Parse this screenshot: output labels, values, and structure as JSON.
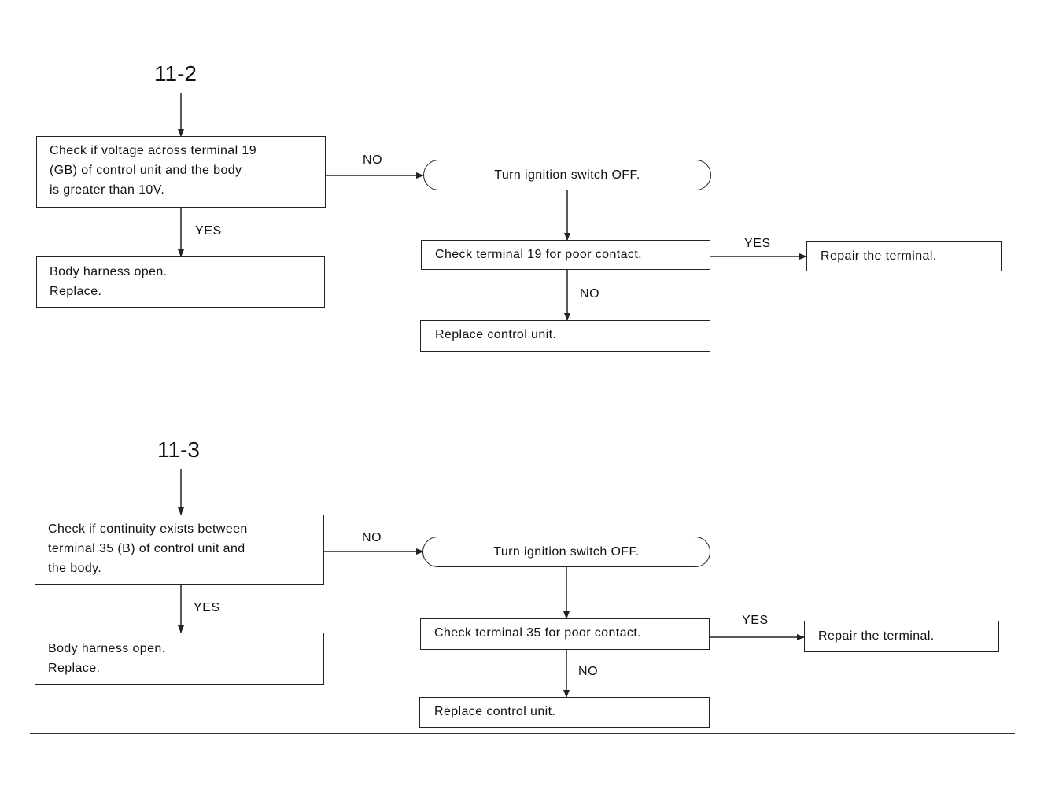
{
  "flow_1": {
    "heading": "11-2",
    "check": [
      "Check if voltage across terminal 19",
      "(GB) of control unit and the body",
      "is greater than 10V."
    ],
    "yes_label": "YES",
    "no_label": "NO",
    "yes_result": [
      "Body harness open.",
      "Replace."
    ],
    "switch_off": "Turn ignition switch OFF.",
    "terminal_check": "Check terminal 19 for poor contact.",
    "terminal_yes_label": "YES",
    "terminal_yes_result": "Repair the terminal.",
    "terminal_no_label": "NO",
    "terminal_no_result": "Replace control unit."
  },
  "flow_2": {
    "heading": "11-3",
    "check": [
      "Check if continuity exists between",
      "terminal 35 (B) of control unit and",
      "the body."
    ],
    "yes_label": "YES",
    "no_label": "NO",
    "yes_result": [
      "Body harness open.",
      "Replace."
    ],
    "switch_off": "Turn ignition switch OFF.",
    "terminal_check": "Check terminal 35 for poor contact.",
    "terminal_yes_label": "YES",
    "terminal_yes_result": "Repair the terminal.",
    "terminal_no_label": "NO",
    "terminal_no_result": "Replace control unit."
  }
}
